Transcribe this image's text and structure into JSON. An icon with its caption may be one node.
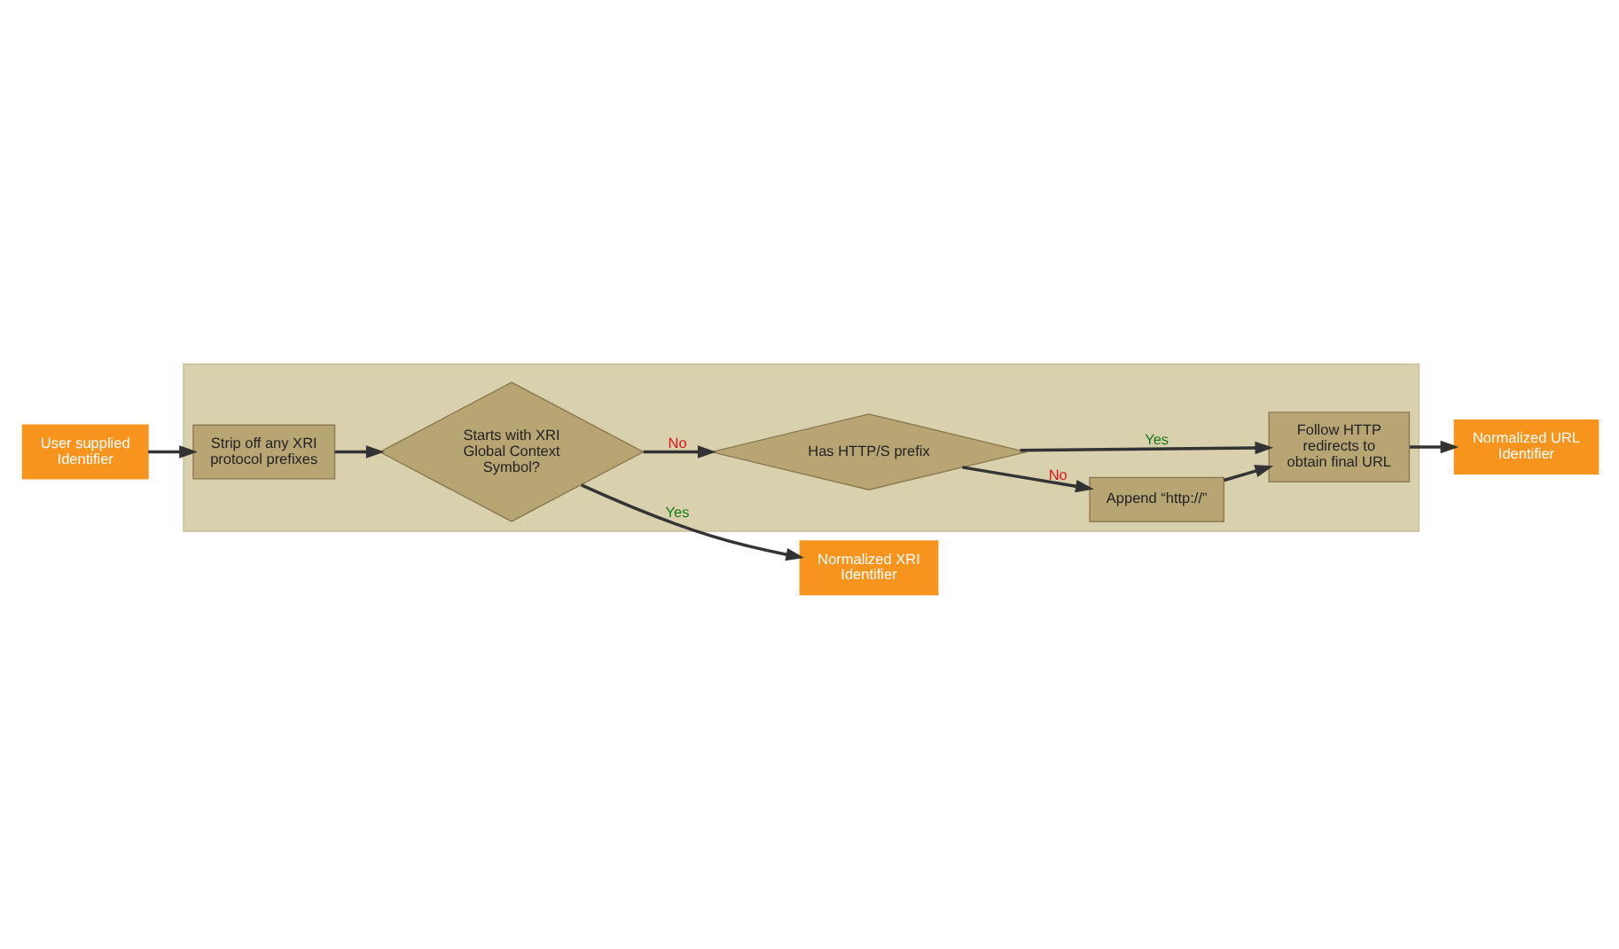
{
  "diagram": {
    "nodes": [
      {
        "text": [
          "User supplied Identifier"
        ]
      },
      {
        "text": [],
        "shape": "box"
      },
      {
        "text": [
          "Strip off any XRI protocol prefixes"
        ],
        "in": 1
      },
      {
        "text": [
          "Starts with XRI Global Context Symbol?"
        ],
        "in": 1
      },
      {
        "text": [
          "Normalized XRI Identifier"
        ]
      },
      {
        "text": [
          "Has HTTP/S prefix"
        ],
        "in": 1
      },
      {
        "text": [
          "Append “http://”"
        ],
        "in": 1
      },
      {
        "text": [
          "Follow HTTP redirects to obtain final URL"
        ],
        "in": 1
      },
      {
        "text": [
          "Normalized URL Identifier"
        ]
      }
    ],
    "edges": [
      {
        "from": 0,
        "to": 2,
        "arrow": "to"
      },
      {
        "from": 2,
        "to": 3,
        "arrow": "to"
      },
      {
        "from": 3,
        "to": 4,
        "arrow": "to",
        "label": "Yes"
      },
      {
        "from": 3,
        "to": 5,
        "arrow": "to",
        "label": "No"
      },
      {
        "from": 5,
        "to": 6,
        "arrow": "to",
        "label": "No"
      },
      {
        "from": 5,
        "to": 7,
        "arrow": "to",
        "label": "Yes"
      },
      {
        "from": 6,
        "to": 7,
        "arrow": "to"
      },
      {
        "from": 7,
        "to": 8,
        "arrow": "to"
      }
    ]
  }
}
